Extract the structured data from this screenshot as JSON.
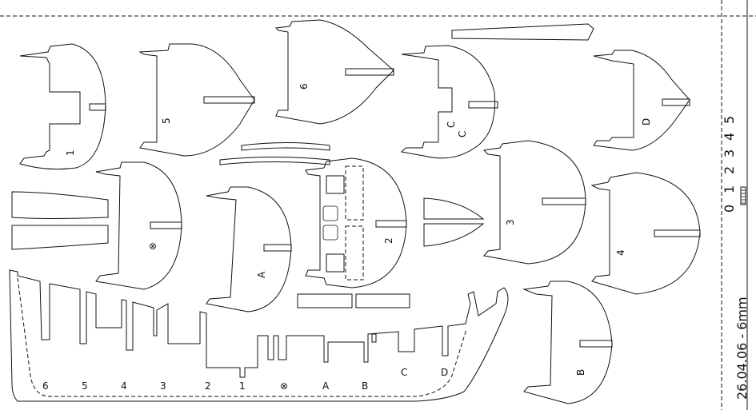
{
  "sheet": {
    "date_label": "26.04.06 - 6mm",
    "ruler_numbers": [
      "0",
      "1",
      "2",
      "3",
      "4",
      "5"
    ]
  },
  "frames": {
    "f1": "1",
    "f2": "2",
    "f3": "3",
    "f4": "4",
    "f5": "5",
    "f6": "6",
    "fA": "A",
    "fB": "B",
    "fC": "C",
    "fD": "D",
    "fC2": "C",
    "fX": "⊗"
  },
  "keel": {
    "stations": [
      "6",
      "5",
      "4",
      "3",
      "2",
      "1",
      "⊗",
      "A",
      "B",
      "C",
      "D"
    ]
  },
  "colors": {
    "line": "#111111",
    "background": "#ffffff"
  }
}
